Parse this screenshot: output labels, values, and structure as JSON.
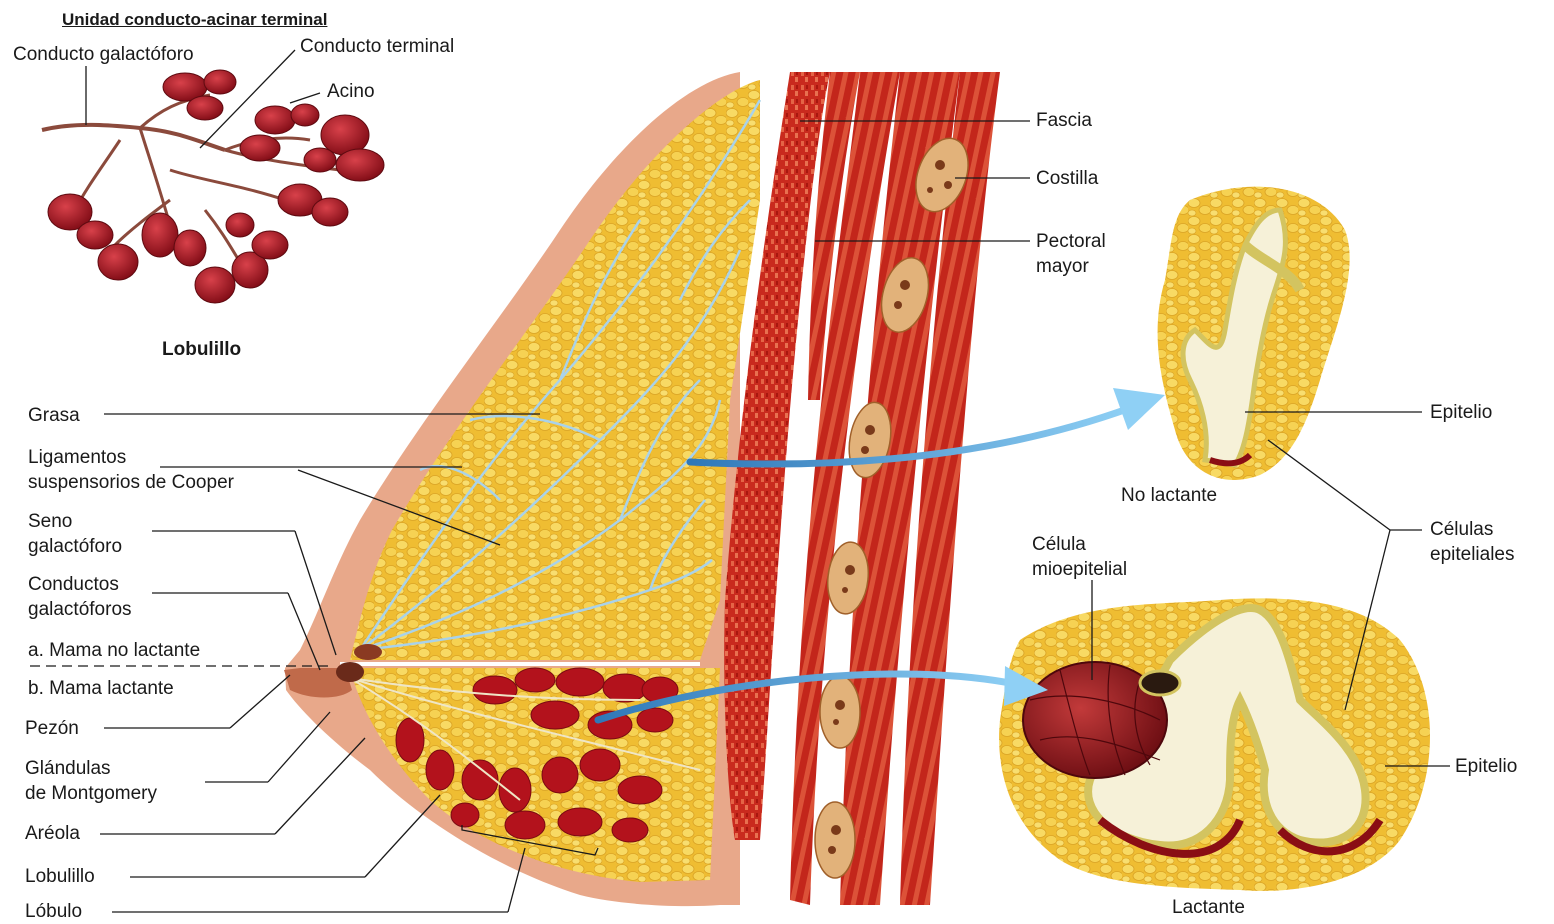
{
  "lobule_inset": {
    "heading": "Unidad conducto-acinar terminal",
    "caption": "Lobulillo",
    "labels": {
      "conducto_galactoforo": "Conducto galactóforo",
      "conducto_terminal": "Conducto terminal",
      "acino": "Acino"
    }
  },
  "left_labels": {
    "grasa": "Grasa",
    "ligamentos_1": "Ligamentos",
    "ligamentos_2": "suspensorios de Cooper",
    "seno_1": "Seno",
    "seno_2": "galactóforo",
    "conductos_1": "Conductos",
    "conductos_2": "galactóforos",
    "mama_no_lactante": "a. Mama no lactante",
    "mama_lactante": "b. Mama lactante",
    "pezon": "Pezón",
    "glandulas_1": "Glándulas",
    "glandulas_2": "de Montgomery",
    "areola": "Aréola",
    "lobulillo": "Lobulillo",
    "lobulo": "Lóbulo"
  },
  "right_labels": {
    "fascia": "Fascia",
    "costilla": "Costilla",
    "pectoral_1": "Pectoral",
    "pectoral_2": "mayor",
    "epitelio_top": "Epitelio",
    "no_lactante": "No lactante",
    "celulas_1": "Células",
    "celulas_2": "epiteliales",
    "celula_mio_1": "Célula",
    "celula_mio_2": "mioepitelial",
    "epitelio_bottom": "Epitelio",
    "lactante": "Lactante"
  },
  "colors": {
    "fat": "#f2c43a",
    "fat_light": "#f8dc6a",
    "ligament": "#a9d2ea",
    "muscle": "#c8281e",
    "muscle_light": "#e8654a",
    "skin": "#e9a98a",
    "gland": "#b3121c",
    "rib": "#e2b27a",
    "arrow": "#5aa8de",
    "epithelium": "#efe6a8",
    "lumen": "#f6f1d8"
  }
}
